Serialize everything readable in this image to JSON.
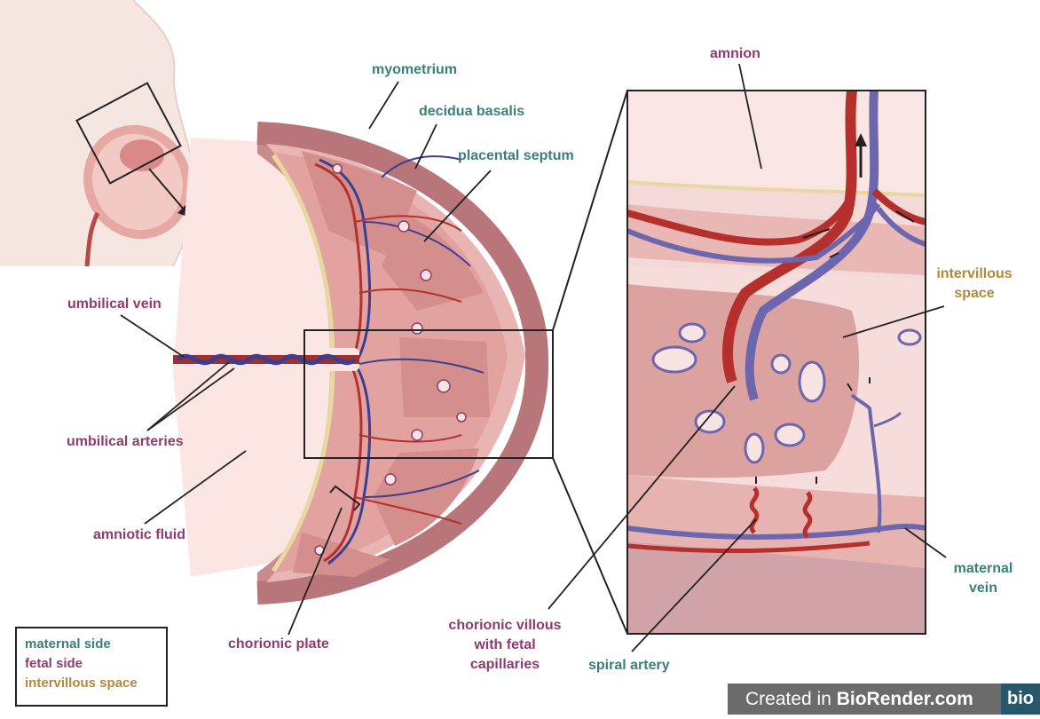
{
  "labels": {
    "myometrium": "myometrium",
    "decidua_basalis": "decidua basalis",
    "placental_septum": "placental septum",
    "amnion": "amnion",
    "intervillous_space_1": "intervillous",
    "intervillous_space_2": "space",
    "umbilical_vein": "umbilical vein",
    "umbilical_arteries": "umbilical arteries",
    "amniotic_fluid": "amniotic fluid",
    "chorionic_plate": "chorionic plate",
    "chorionic_villous_1": "chorionic villous",
    "chorionic_villous_2": "with fetal",
    "chorionic_villous_3": "capillaries",
    "spiral_artery": "spiral artery",
    "maternal_vein_1": "maternal",
    "maternal_vein_2": "vein"
  },
  "legend": {
    "maternal": "maternal side",
    "fetal": "fetal side",
    "intervillous": "intervillous space"
  },
  "colors": {
    "maternal": "#3a7f7a",
    "fetal": "#8e3c6c",
    "intervillous": "#b08a3c",
    "artery": "#b5302c",
    "vein": "#3b3f93"
  },
  "watermark": {
    "prefix": "Created in ",
    "brand": "BioRender.com",
    "logo": "bio"
  }
}
